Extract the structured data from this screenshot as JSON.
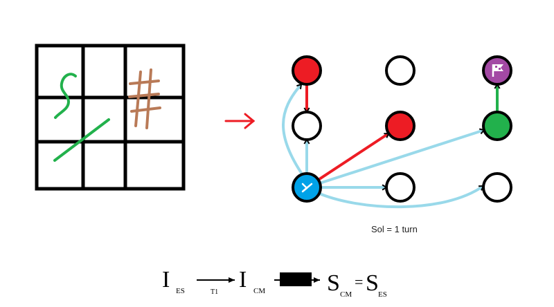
{
  "caption": "Sol = 1 turn",
  "colors": {
    "grid": "#000000",
    "sketch_green": "#22b14c",
    "sketch_brown": "#b97a57",
    "arrow_red": "#ed1c24",
    "edge_blue": "#99d9ea",
    "node_red": "#ed1c24",
    "node_green": "#22b14c",
    "node_blue": "#00a2e8",
    "node_purple": "#a349a4",
    "node_empty": "#ffffff"
  },
  "grid": {
    "rows": 3,
    "cols": 3
  },
  "graph": {
    "nodes": [
      {
        "id": "r1c1",
        "fill": "red"
      },
      {
        "id": "r1c2",
        "fill": "empty"
      },
      {
        "id": "r1c3",
        "fill": "purple",
        "icon": "flag-icon"
      },
      {
        "id": "r2c1",
        "fill": "empty"
      },
      {
        "id": "r2c2",
        "fill": "red"
      },
      {
        "id": "r2c3",
        "fill": "green"
      },
      {
        "id": "r3c1",
        "fill": "blue",
        "icon": "start-arrow-icon"
      },
      {
        "id": "r3c2",
        "fill": "empty"
      },
      {
        "id": "r3c3",
        "fill": "empty"
      }
    ],
    "edges": [
      {
        "from": "r1c1",
        "to": "r2c1",
        "color": "red"
      },
      {
        "from": "r3c1",
        "to": "r2c2",
        "color": "red"
      },
      {
        "from": "r2c3",
        "to": "r1c3",
        "color": "green"
      },
      {
        "from": "r3c1",
        "to": "r1c1",
        "color": "blue"
      },
      {
        "from": "r3c1",
        "to": "r2c1",
        "color": "blue"
      },
      {
        "from": "r3c1",
        "to": "r2c3",
        "color": "blue"
      },
      {
        "from": "r3c1",
        "to": "r3c2",
        "color": "blue"
      },
      {
        "from": "r3c1",
        "to": "r3c3",
        "color": "blue"
      }
    ]
  },
  "formula": {
    "i_es": "I",
    "i_es_sub": "ES",
    "transition_label": "T1",
    "i_cm": "I",
    "i_cm_sub": "CM",
    "s_cm": "S",
    "s_cm_sub": "CM",
    "equals": "=",
    "s_es": "S",
    "s_es_sub": "ES"
  }
}
